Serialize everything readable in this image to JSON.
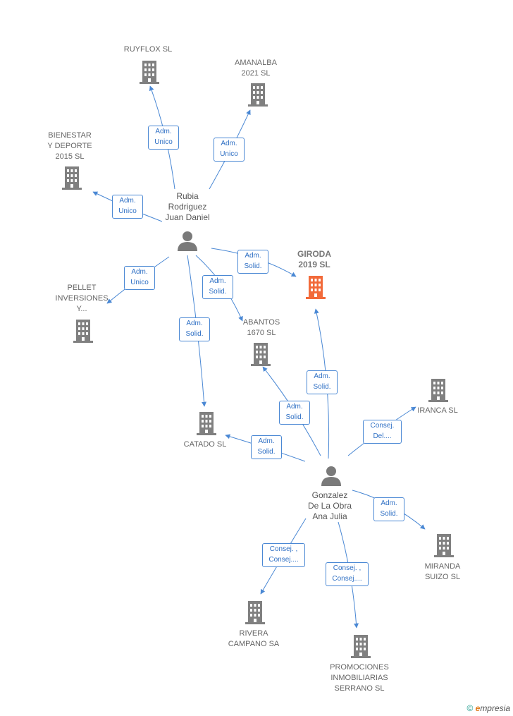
{
  "companies": {
    "ruyflox": "RUYFLOX  SL",
    "amanalba": "AMANALBA\n2021  SL",
    "bienestar": "BIENESTAR\nY DEPORTE\n2015  SL",
    "pellet": "PELLET\nINVERSIONES\nY...",
    "giroda": "GIRODA\n2019  SL",
    "abantos": "ABANTOS\n1670 SL",
    "catado": "CATADO SL",
    "iranca": "IRANCA SL",
    "miranda": "MIRANDA\nSUIZO SL",
    "rivera": "RIVERA\nCAMPANO SA",
    "promociones": "PROMOCIONES\nINMOBILIARIAS\nSERRANO SL"
  },
  "persons": {
    "rubia": "Rubia\nRodriguez\nJuan Daniel",
    "gonzalez": "Gonzalez\nDe La Obra\nAna Julia"
  },
  "relations": {
    "rubia_ruyflox": "Adm.\nUnico",
    "rubia_amanalba": "Adm.\nUnico",
    "rubia_bienestar": "Adm.\nUnico",
    "rubia_pellet": "Adm.\nUnico",
    "rubia_giroda": "Adm.\nSolid.",
    "rubia_abantos": "Adm.\nSolid.",
    "rubia_catado": "Adm.\nSolid.",
    "gonzalez_giroda": "Adm.\nSolid.",
    "gonzalez_abantos": "Adm.\nSolid.",
    "gonzalez_catado": "Adm.\nSolid.",
    "gonzalez_iranca": "Consej.\nDel....",
    "gonzalez_miranda": "Adm.\nSolid.",
    "gonzalez_rivera": "Consej. ,\nConsej....",
    "gonzalez_promociones": "Consej. ,\nConsej...."
  },
  "colors": {
    "edge": "#4a88d4",
    "building": "#808080",
    "building_focus": "#f26a3a",
    "person": "#7a7a7a"
  },
  "footer": {
    "copyright": "©",
    "brand_initial": "e",
    "brand_rest": "mpresia"
  }
}
